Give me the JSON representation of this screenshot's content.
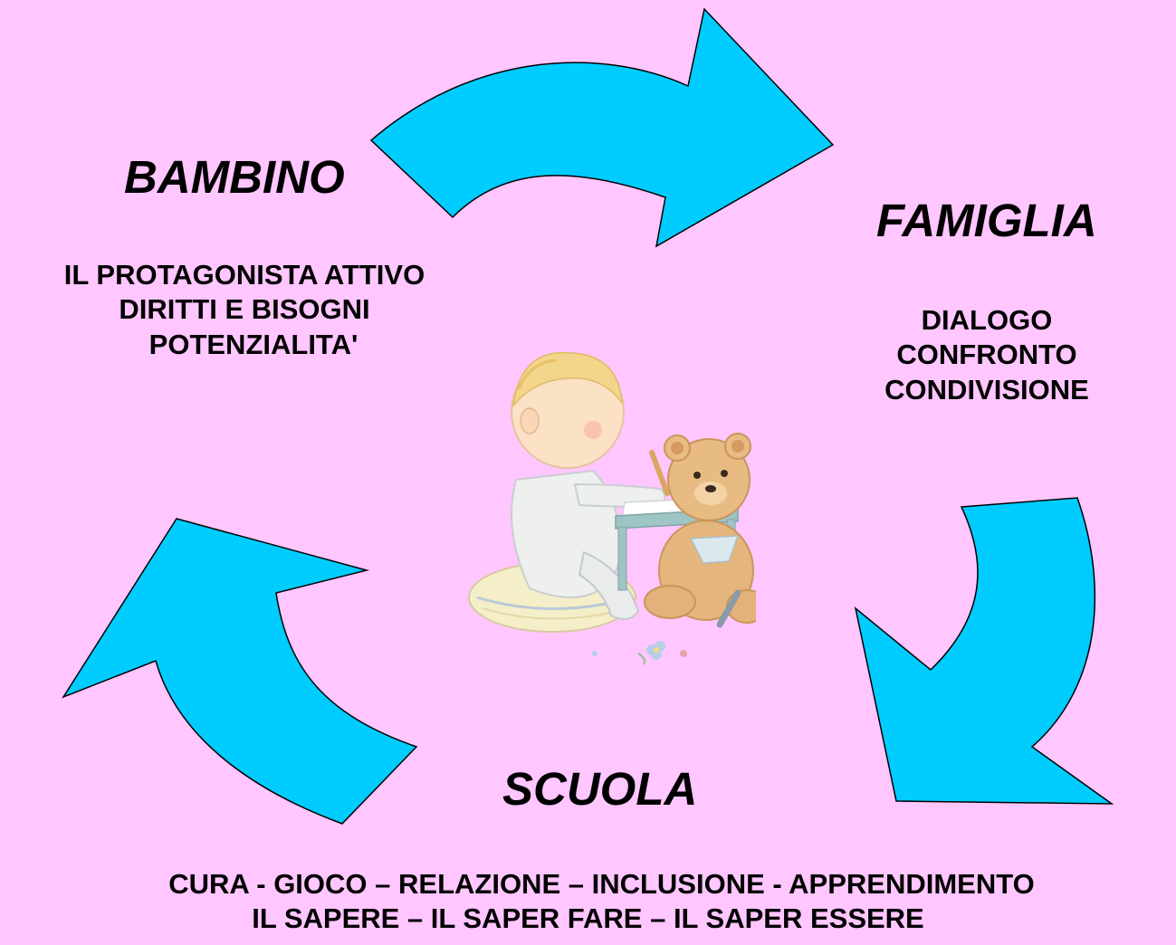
{
  "colors": {
    "background": "#ffc6ff",
    "arrow_fill": "#00ccff",
    "arrow_stroke": "#000000"
  },
  "nodes": {
    "bambino": {
      "title": "BAMBINO",
      "lines": [
        "IL PROTAGONISTA ATTIVO",
        "DIRITTI E BISOGNI",
        "POTENZIALITA'"
      ]
    },
    "famiglia": {
      "title": "FAMIGLIA",
      "lines": [
        "DIALOGO",
        "CONFRONTO",
        "CONDIVISIONE"
      ]
    },
    "scuola": {
      "title": "SCUOLA",
      "lines": [
        "CURA - GIOCO – RELAZIONE – INCLUSIONE - APPRENDIMENTO",
        "IL SAPERE – IL SAPER FARE – IL SAPER ESSERE"
      ]
    }
  },
  "illustration": {
    "icon": "child-drawing-with-teddy-bear-icon"
  }
}
